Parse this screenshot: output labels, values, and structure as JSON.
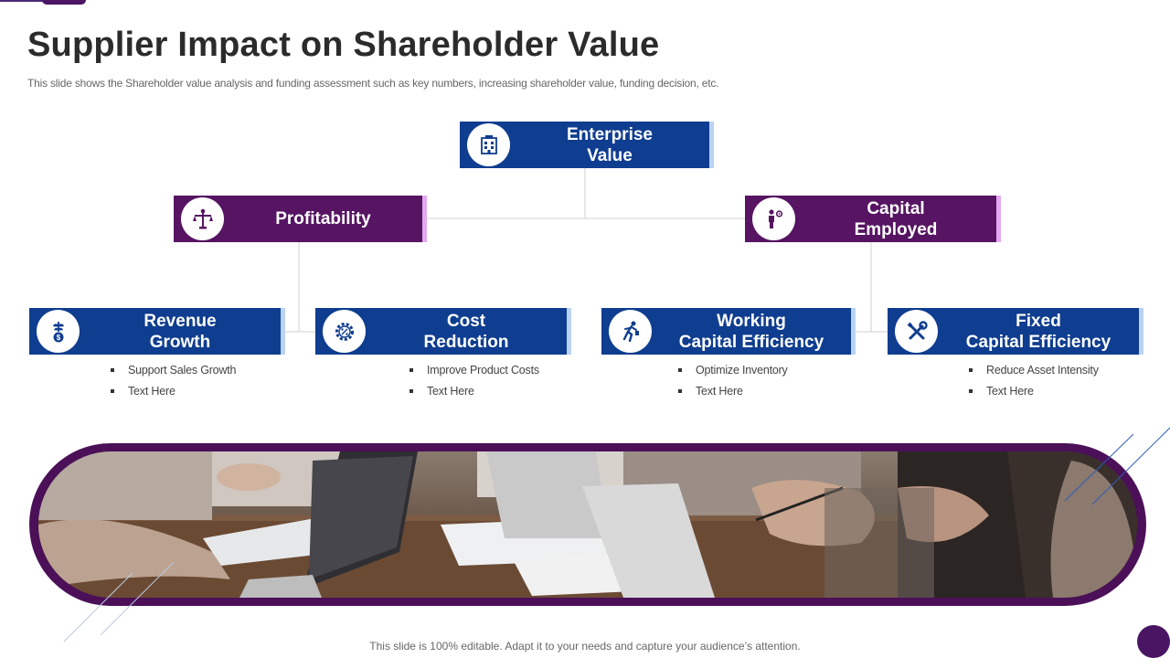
{
  "title": "Supplier Impact on Shareholder Value",
  "subtitle": "This slide shows the Shareholder value analysis and funding assessment such as key numbers, increasing shareholder value, funding decision, etc.",
  "colors": {
    "blue": "#0f3d8f",
    "purple": "#561462",
    "blue_accent": "#b9d3f2",
    "purple_accent": "#e2a9f0"
  },
  "root": {
    "label": "Enterprise\nValue",
    "icon": "enterprise-building-icon"
  },
  "level2": [
    {
      "label": "Profitability",
      "icon": "balance-scale-icon"
    },
    {
      "label": "Capital\nEmployed",
      "icon": "person-gear-icon"
    }
  ],
  "level3": [
    {
      "label": "Revenue\nGrowth",
      "icon": "money-plant-icon",
      "bullets": [
        "Support Sales Growth",
        "Text Here"
      ]
    },
    {
      "label": "Cost\nReduction",
      "icon": "gear-percent-icon",
      "bullets": [
        "Improve Product Costs",
        "Text Here"
      ]
    },
    {
      "label": "Working\nCapital Efficiency",
      "icon": "running-person-icon",
      "bullets": [
        "Optimize Inventory",
        "Text Here"
      ]
    },
    {
      "label": "Fixed\nCapital Efficiency",
      "icon": "wrench-screwdriver-icon",
      "bullets": [
        "Reduce Asset Intensity",
        "Text Here"
      ]
    }
  ],
  "footer": "This slide is 100% editable. Adapt it to your needs and capture your audience’s attention."
}
